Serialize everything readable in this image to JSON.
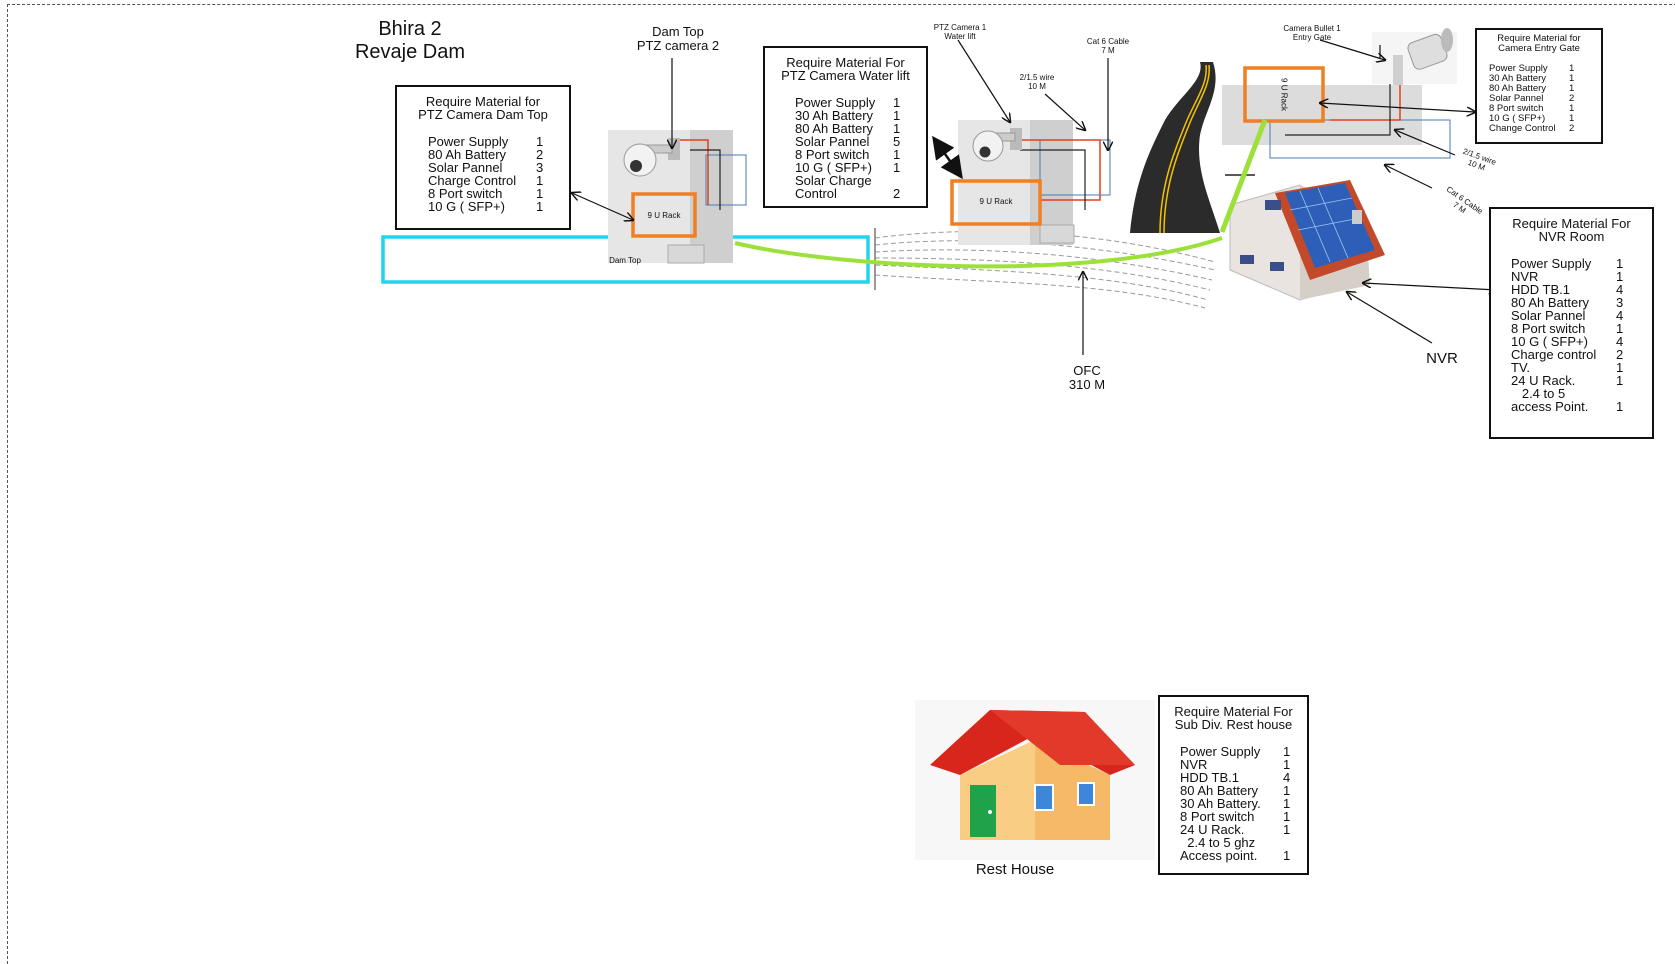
{
  "site": {
    "line1": "Bhira 2",
    "line2": "Revaje Dam"
  },
  "labels": {
    "dam_top_cam_line1": "Dam Top",
    "dam_top_cam_line2": "PTZ camera 2",
    "ptz1_line1": "PTZ Camera 1",
    "ptz1_line2": "Water lift",
    "cat6_top_line1": "Cat 6 Cable",
    "cat6_top_line2": "7 M",
    "wire_top_line1": "2/1.5 wire",
    "wire_top_line2": "10 M",
    "bullet_line1": "Camera Bullet 1",
    "bullet_line2": "Entry Gate",
    "wire_right_line1": "2/1.5 wire",
    "wire_right_line2": "10 M",
    "cat6_right_line1": "Cat 6 Cable",
    "cat6_right_line2": "7 M",
    "rack_dam": "9 U Rack",
    "rack_water": "9 U Rack",
    "rack_gate": "9 U Rack",
    "dam_top": "Dam Top",
    "ofc_line1": "OFC",
    "ofc_line2": "310 M",
    "nvr": "NVR",
    "rest_house": "Rest House"
  },
  "boxes": {
    "dam_top": {
      "title1": "Require Material for",
      "title2": "PTZ Camera Dam Top",
      "items": [
        {
          "name": "Power Supply",
          "qty": "1"
        },
        {
          "name": "80 Ah Battery",
          "qty": "2"
        },
        {
          "name": "Solar Pannel",
          "qty": "3"
        },
        {
          "name": "Charge Control",
          "qty": "1"
        },
        {
          "name": "8 Port switch",
          "qty": "1"
        },
        {
          "name": "10 G ( SFP+)",
          "qty": "1"
        }
      ]
    },
    "water_lift": {
      "title1": "Require Material For",
      "title2": "PTZ Camera Water lift",
      "items": [
        {
          "name": "Power Supply",
          "qty": "1"
        },
        {
          "name": "30 Ah Battery",
          "qty": "1"
        },
        {
          "name": "80 Ah Battery",
          "qty": "1"
        },
        {
          "name": "Solar Pannel",
          "qty": "5"
        },
        {
          "name": "8 Port switch",
          "qty": "1"
        },
        {
          "name": "10 G ( SFP+)",
          "qty": "1"
        },
        {
          "name": "Solar Charge",
          "qty": ""
        },
        {
          "name": "Control",
          "qty": "2"
        }
      ]
    },
    "entry_gate": {
      "title1": "Require Material for",
      "title2": "Camera Entry Gate",
      "items": [
        {
          "name": "Power Supply",
          "qty": "1"
        },
        {
          "name": "30 Ah Battery",
          "qty": "1"
        },
        {
          "name": "80 Ah Battery",
          "qty": "1"
        },
        {
          "name": "Solar Pannel",
          "qty": "2"
        },
        {
          "name": "8 Port switch",
          "qty": "1"
        },
        {
          "name": "10 G ( SFP+)",
          "qty": "1"
        },
        {
          "name": "Change Control",
          "qty": "2"
        }
      ]
    },
    "nvr_room": {
      "title1": "Require Material For",
      "title2": "NVR Room",
      "items": [
        {
          "name": "Power Supply",
          "qty": "1"
        },
        {
          "name": "NVR",
          "qty": "1"
        },
        {
          "name": "HDD TB.1",
          "qty": "4"
        },
        {
          "name": "80 Ah Battery",
          "qty": "3"
        },
        {
          "name": "Solar Pannel",
          "qty": "4"
        },
        {
          "name": "8 Port switch",
          "qty": "1"
        },
        {
          "name": "10 G ( SFP+)",
          "qty": "4"
        },
        {
          "name": "Charge control",
          "qty": "2"
        },
        {
          "name": "TV.",
          "qty": "1"
        },
        {
          "name": "24 U Rack.",
          "qty": "1"
        },
        {
          "name": "   2.4 to 5",
          "qty": ""
        },
        {
          "name": "access Point.",
          "qty": "1"
        }
      ]
    },
    "rest_house": {
      "title1": "Require Material For",
      "title2": "Sub Div. Rest house",
      "items": [
        {
          "name": "Power Supply",
          "qty": "1"
        },
        {
          "name": "NVR",
          "qty": "1"
        },
        {
          "name": "HDD TB.1",
          "qty": "4"
        },
        {
          "name": "80 Ah Battery",
          "qty": "1"
        },
        {
          "name": "30 Ah Battery.",
          "qty": "1"
        },
        {
          "name": "8 Port switch",
          "qty": "1"
        },
        {
          "name": "24 U Rack.",
          "qty": "1"
        },
        {
          "name": "  2.4 to 5 ghz",
          "qty": ""
        },
        {
          "name": "Access point.",
          "qty": "1"
        }
      ]
    }
  },
  "colors": {
    "rack_orange": "#f07f22",
    "fiber_green": "#9be13a",
    "dam_cyan": "#22d4ee",
    "road": "#2b2b2b",
    "road_line": "#f2c200",
    "wire_red": "#e0401c",
    "wire_blue": "#4a7bb0"
  },
  "icons": [
    "ptz-camera-icon",
    "bullet-camera-icon",
    "road-icon",
    "solar-house-icon",
    "rest-house-icon"
  ]
}
